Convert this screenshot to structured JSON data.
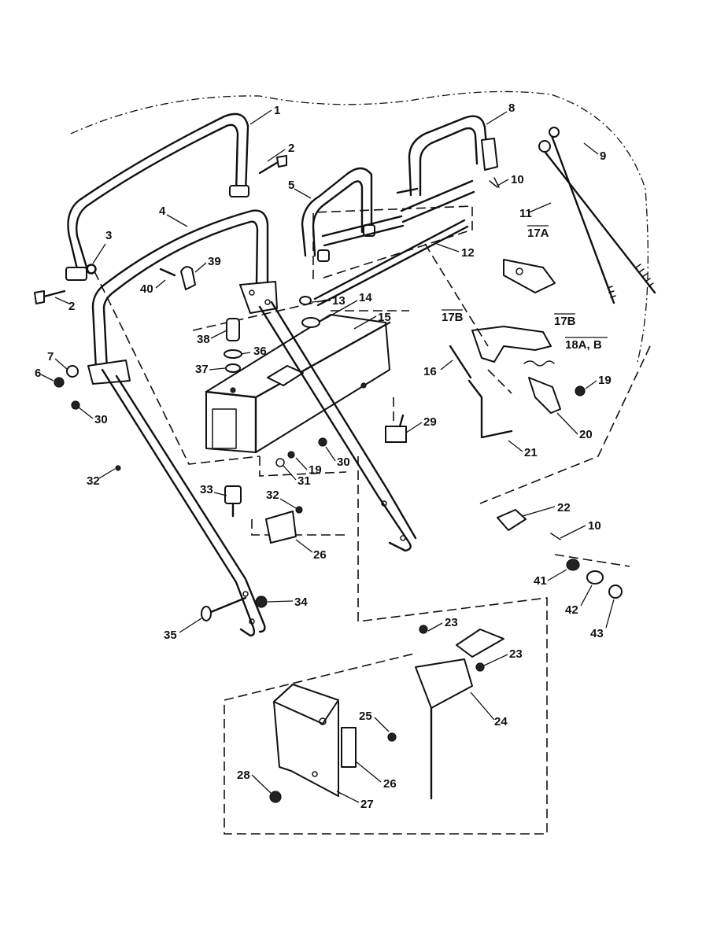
{
  "callouts": [
    {
      "label": "1"
    },
    {
      "label": "2"
    },
    {
      "label": "2"
    },
    {
      "label": "3"
    },
    {
      "label": "4"
    },
    {
      "label": "5"
    },
    {
      "label": "6"
    },
    {
      "label": "7"
    },
    {
      "label": "8"
    },
    {
      "label": "9"
    },
    {
      "label": "10"
    },
    {
      "label": "10"
    },
    {
      "label": "11"
    },
    {
      "label": "12"
    },
    {
      "label": "13"
    },
    {
      "label": "14"
    },
    {
      "label": "15"
    },
    {
      "label": "16"
    },
    {
      "label": "17A"
    },
    {
      "label": "17B"
    },
    {
      "label": "17B"
    },
    {
      "label": "18A, B"
    },
    {
      "label": "19"
    },
    {
      "label": "19"
    },
    {
      "label": "20"
    },
    {
      "label": "21"
    },
    {
      "label": "22"
    },
    {
      "label": "23"
    },
    {
      "label": "23"
    },
    {
      "label": "24"
    },
    {
      "label": "25"
    },
    {
      "label": "26"
    },
    {
      "label": "26"
    },
    {
      "label": "27"
    },
    {
      "label": "28"
    },
    {
      "label": "29"
    },
    {
      "label": "30"
    },
    {
      "label": "30"
    },
    {
      "label": "31"
    },
    {
      "label": "32"
    },
    {
      "label": "32"
    },
    {
      "label": "33"
    },
    {
      "label": "34"
    },
    {
      "label": "35"
    },
    {
      "label": "36"
    },
    {
      "label": "37"
    },
    {
      "label": "38"
    },
    {
      "label": "39"
    },
    {
      "label": "40"
    },
    {
      "label": "41"
    },
    {
      "label": "42"
    },
    {
      "label": "43"
    }
  ]
}
